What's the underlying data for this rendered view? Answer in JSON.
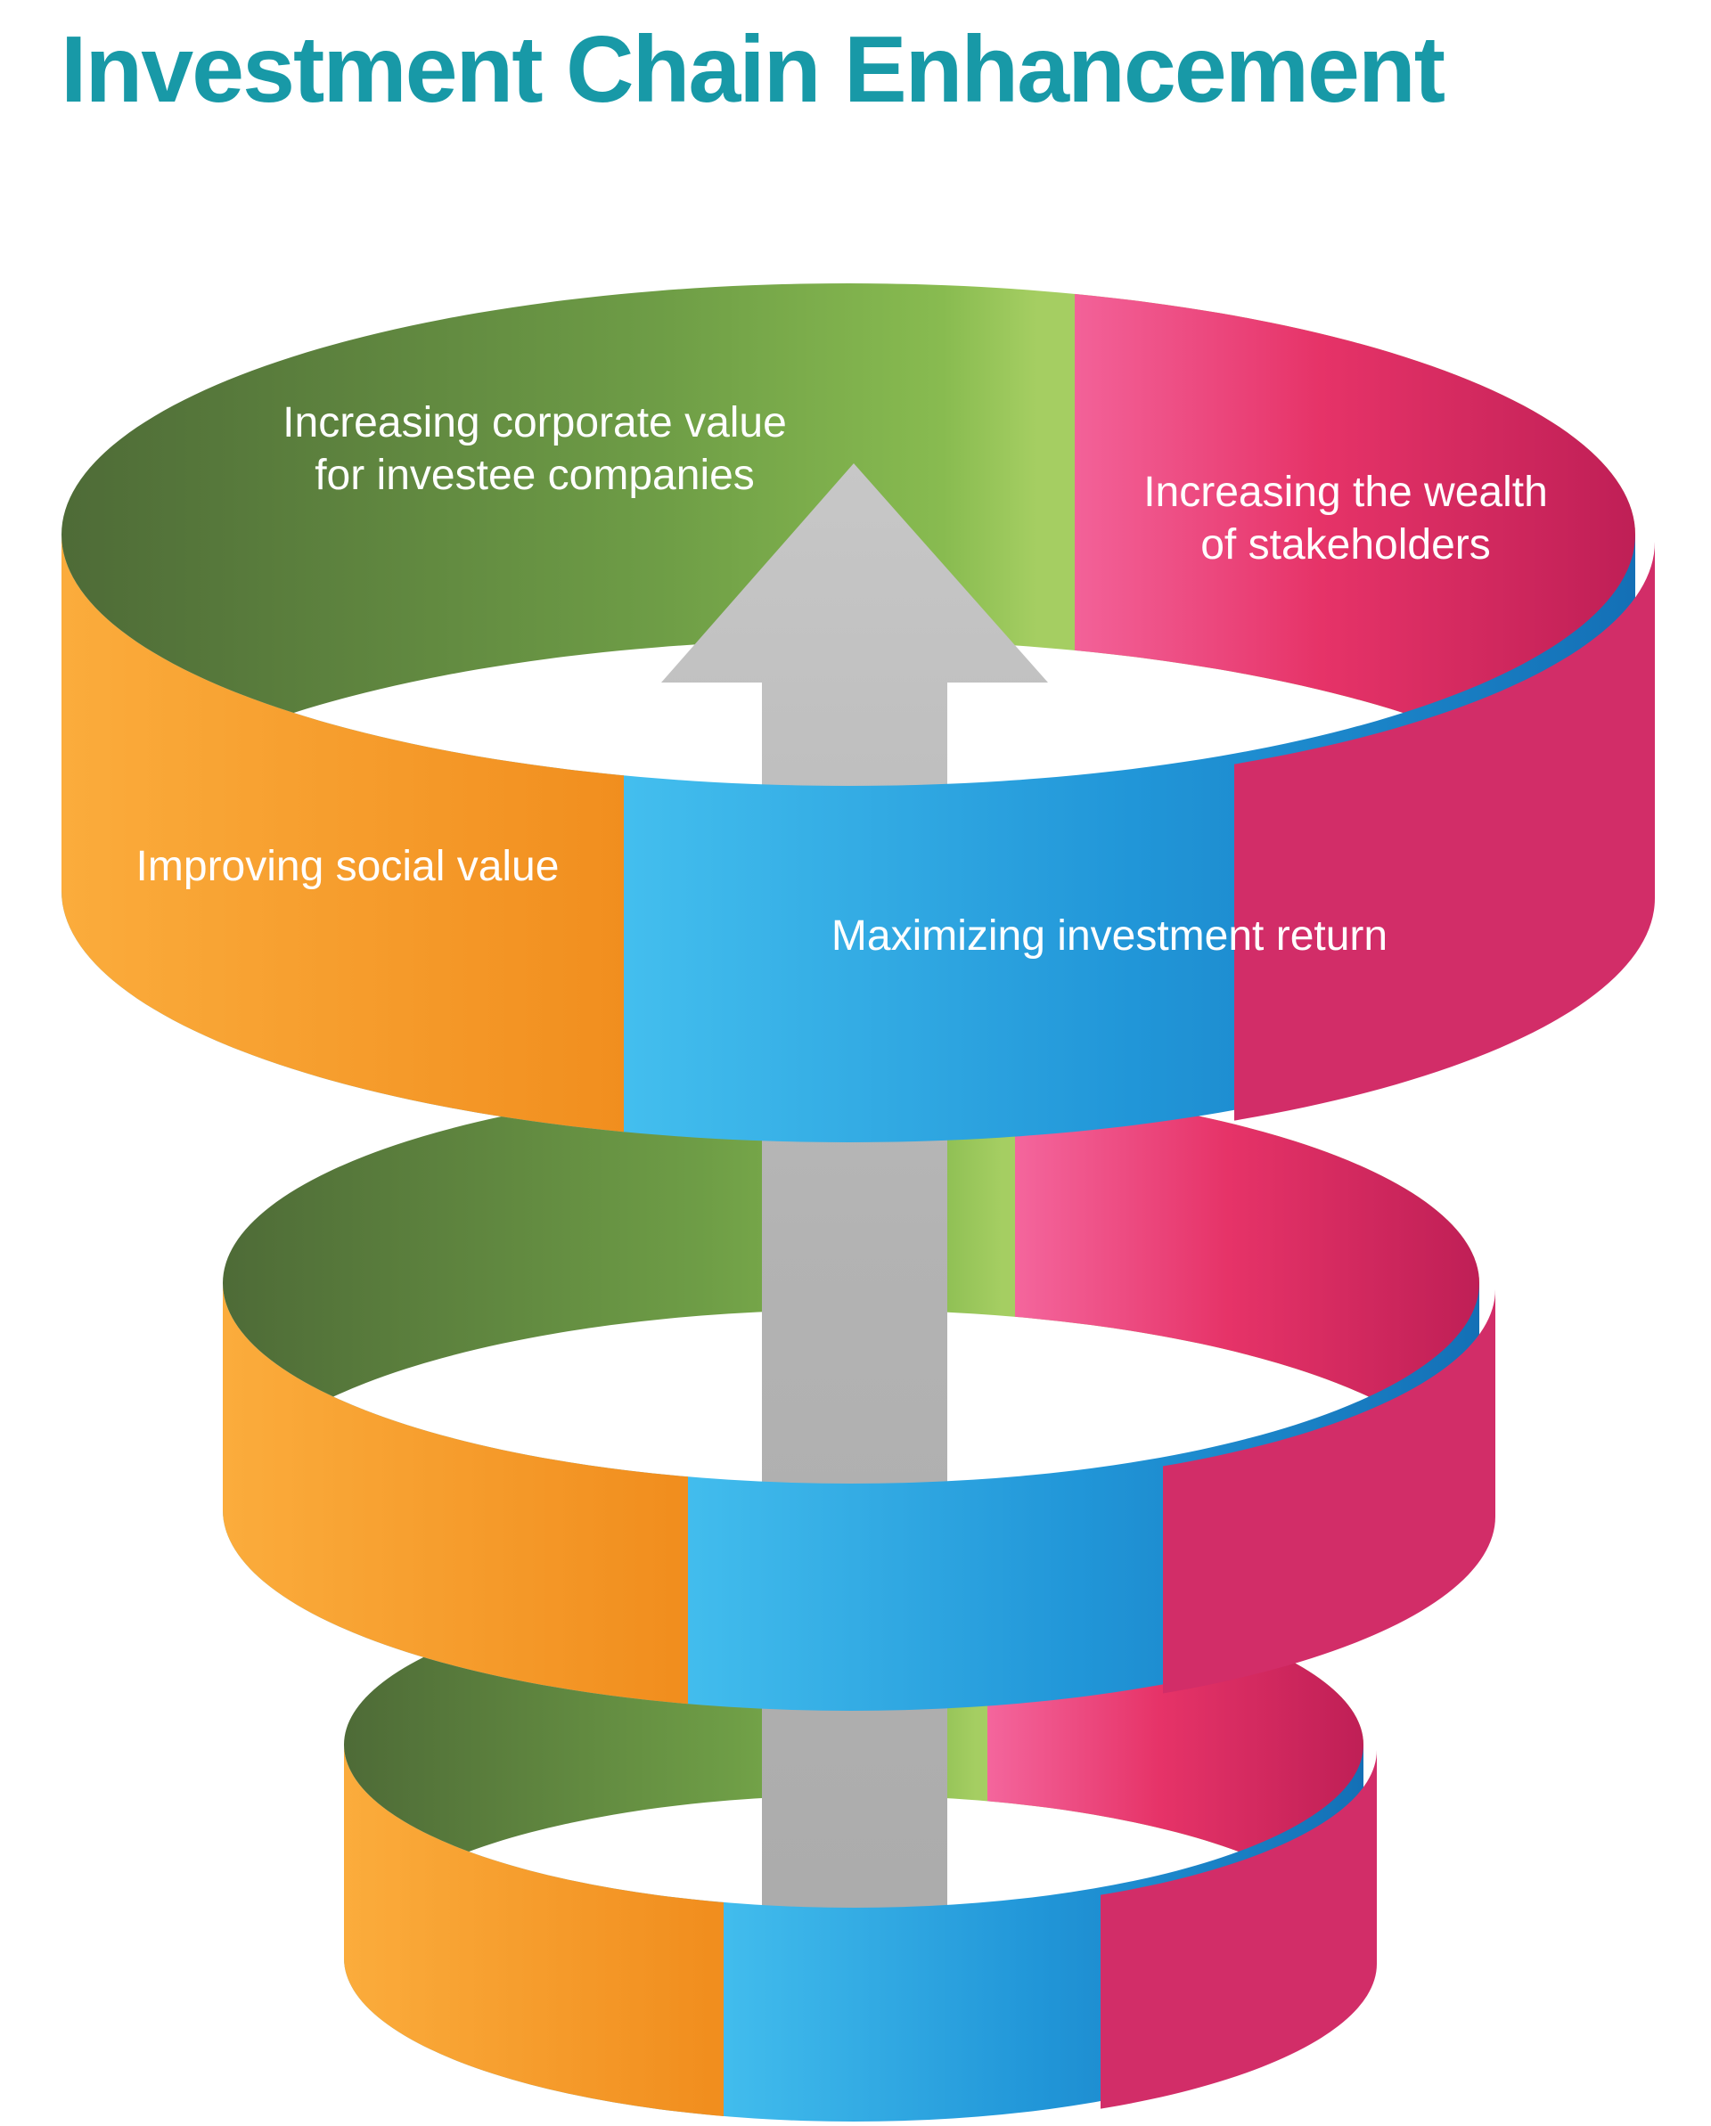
{
  "title": "Investment Chain Enhancement",
  "diagram": {
    "ring_count": 3,
    "arrow_direction": "up",
    "labels": {
      "investee": "Increasing corporate value\nfor investee companies",
      "stakeholders": "Increasing the wealth\nof stakeholders",
      "social": "Improving social value",
      "investment_return": "Maximizing investment return"
    },
    "colors": {
      "title_teal": "#1899A7",
      "green_dark": "#4E6B37",
      "green_light": "#A5CE62",
      "pink": "#E63368",
      "pink_dark": "#BF1F56",
      "orange": "#F18E1E",
      "orange_light": "#FBAC3C",
      "blue_light": "#4FC3F0",
      "blue": "#2196D8",
      "blue_dark": "#1470B6",
      "arrow_gray": "#B3B3B3",
      "label_text": "#FFFFFF",
      "background": "#FFFFFF"
    }
  }
}
